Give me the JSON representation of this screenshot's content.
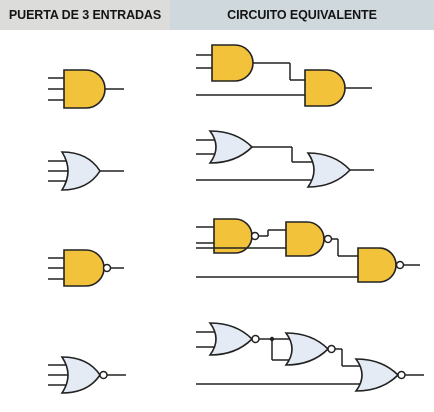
{
  "headers": {
    "left": "PUERTA DE 3 ENTRADAS",
    "right": "CIRCUITO EQUIVALENTE"
  },
  "colors": {
    "and_fill": "#f2c23a",
    "or_fill": "#e5ebf4",
    "left_header_bg": "#dcdddb",
    "right_header_bg": "#cfd8dc"
  },
  "rows": [
    {
      "gate": "and-3-input",
      "equivalent": "two-and-2-input-cascade"
    },
    {
      "gate": "or-3-input",
      "equivalent": "two-or-2-input-cascade"
    },
    {
      "gate": "nand-3-input",
      "equivalent": "nand-with-and-cascade"
    },
    {
      "gate": "nor-3-input",
      "equivalent": "nor-with-or-cascade"
    }
  ]
}
